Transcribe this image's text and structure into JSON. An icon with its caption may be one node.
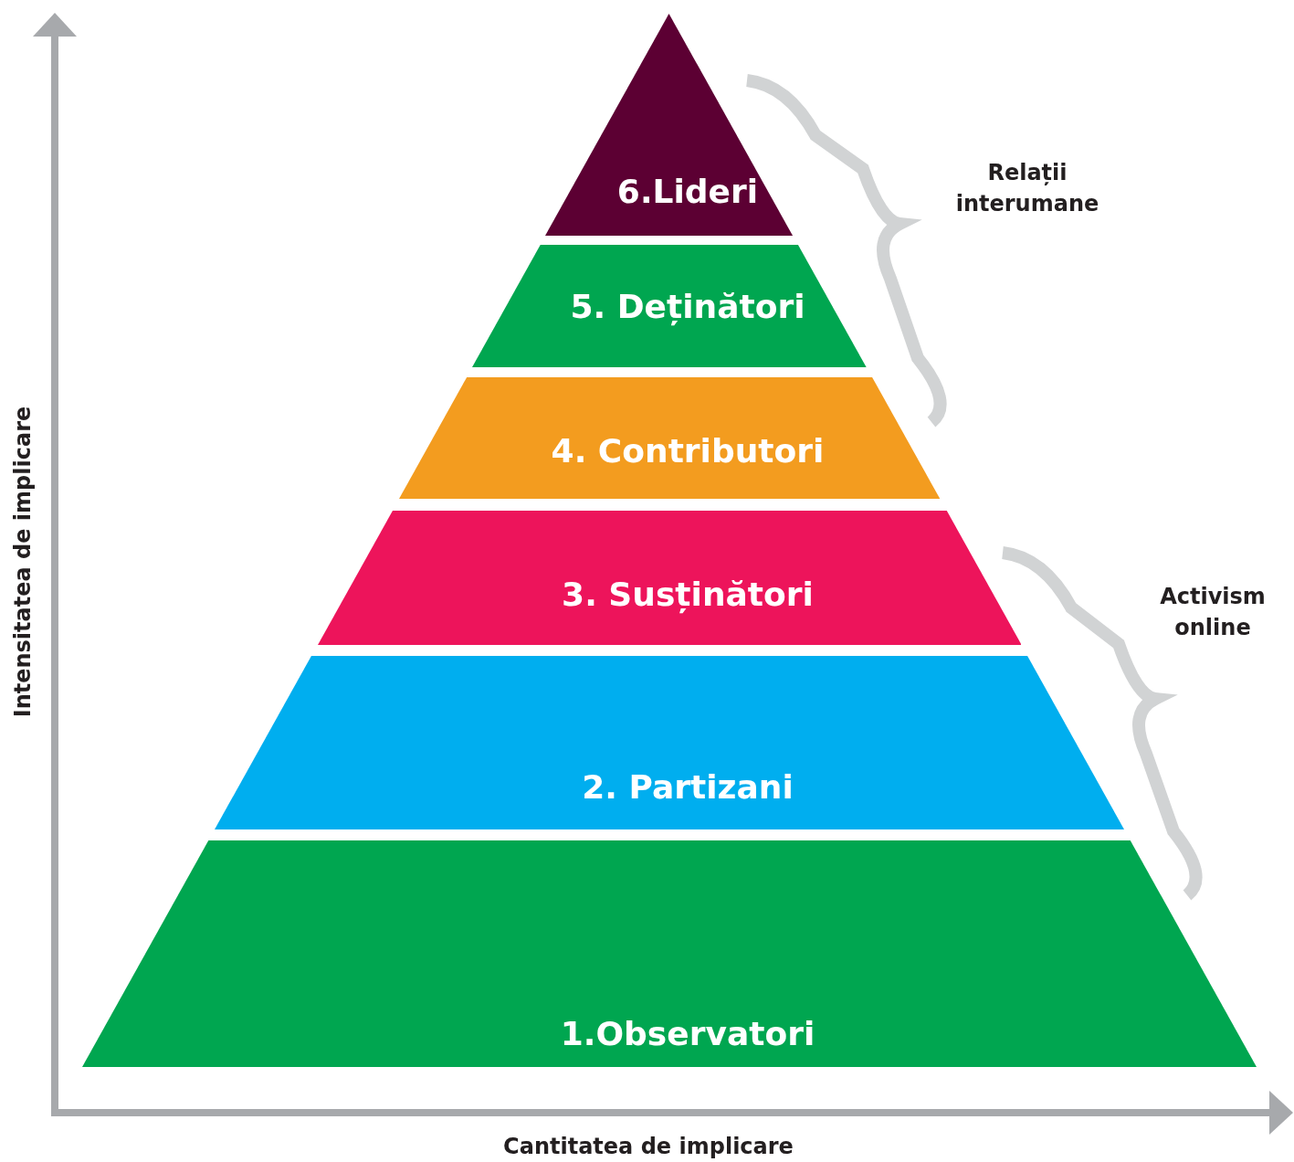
{
  "diagram": {
    "nodes": [
      {
        "text": [
          "6.Lideri"
        ]
      },
      {
        "text": [
          "5. Deținători"
        ]
      },
      {
        "text": [
          "4. Contributori"
        ]
      },
      {
        "text": [
          "3. Susținători"
        ]
      },
      {
        "text": [
          "2. Partizani"
        ]
      },
      {
        "text": [
          "1.Observatori"
        ]
      }
    ],
    "labels": [
      "Relații interumane",
      "Activism online",
      "Intensitatea de implicare",
      "Cantitatea de implicare"
    ]
  }
}
